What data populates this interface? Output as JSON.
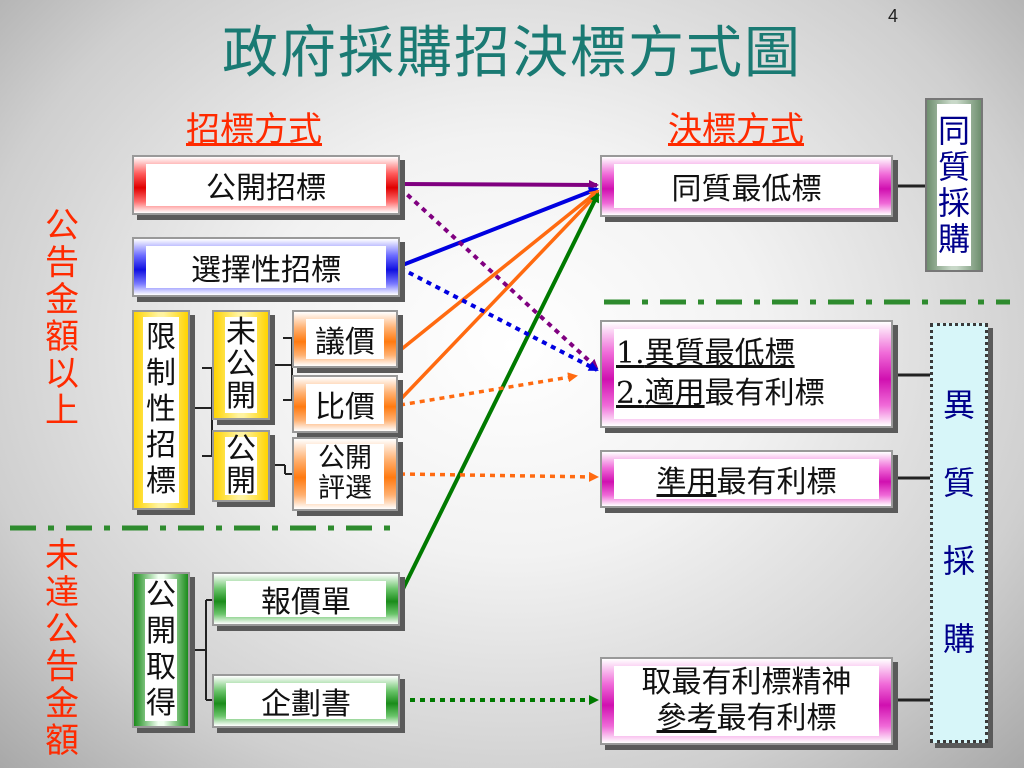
{
  "page": {
    "number": "4",
    "title": "政府採購招決標方式圖"
  },
  "headers": {
    "tender_methods": "招標方式",
    "award_methods": "決標方式"
  },
  "side_labels": {
    "above_threshold": "公告金額以上",
    "below_threshold": "未達公告金額"
  },
  "tender": {
    "public": "公開招標",
    "selective": "選擇性招標",
    "limited": "限制性招標",
    "non_public": "未公開",
    "public_short": "公開",
    "negotiation": "議價",
    "price_comparison": "比價",
    "public_evaluation": "公開評選",
    "public_acquisition": "公開取得",
    "quotation": "報價單",
    "proposal": "企劃書"
  },
  "award": {
    "homogeneous_lowest": "同質最低標",
    "hetero_lowest_num": "1.",
    "hetero_lowest_text": "異質最低標",
    "most_advantageous_num": "2.",
    "most_advantageous_ul": "適用",
    "most_advantageous_rest": "最有利標",
    "quasi_ul": "準用",
    "quasi_rest": "最有利標",
    "spirit_line1": "取最有利標精神",
    "spirit_ul": "參考",
    "spirit_rest": "最有利標"
  },
  "procurement_types": {
    "homogeneous": "同質採購",
    "heterogeneous": "異質採購"
  },
  "colors": {
    "title": "#1a7a73",
    "heading": "#ff2a00",
    "purple_line": "#800080",
    "blue_line": "#0000e0",
    "orange_line": "#ff6a10",
    "green_line": "#007a00",
    "divider": "#2e8b2e"
  }
}
